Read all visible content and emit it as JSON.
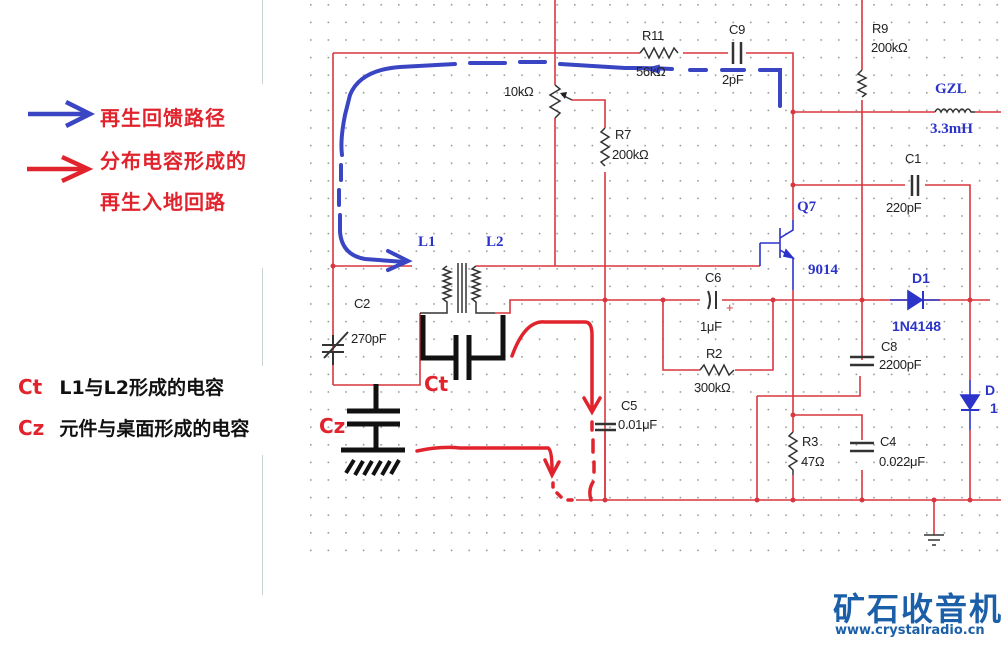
{
  "legend": {
    "items": [
      {
        "arrow_color": "#3a45c4",
        "label": "再生回馈路径"
      },
      {
        "arrow_color": "#e0232c",
        "label_line1": "分布电容形成的",
        "label_line2": "再生入地回路"
      }
    ]
  },
  "notes": [
    {
      "tag": "Ct",
      "text": "L1与L2形成的电容"
    },
    {
      "tag": "Cz",
      "text": "元件与桌面形成的电容"
    }
  ],
  "annotations": {
    "ct_label": "Ct",
    "cz_label": "Cz"
  },
  "components": {
    "R11": {
      "name": "R11",
      "value": "56kΩ"
    },
    "C9": {
      "name": "C9",
      "value": "2pF"
    },
    "R9": {
      "name": "R9",
      "value": "200kΩ"
    },
    "GZL": {
      "name": "GZL",
      "value": "3.3mH"
    },
    "pot": {
      "value": "10kΩ"
    },
    "R7": {
      "name": "R7",
      "value": "200kΩ"
    },
    "C1": {
      "name": "C1",
      "value": "220pF"
    },
    "Q7": {
      "name": "Q7",
      "value": "9014"
    },
    "L1": {
      "name": "L1"
    },
    "L2": {
      "name": "L2"
    },
    "C2": {
      "name": "C2",
      "value": "270pF"
    },
    "C6": {
      "name": "C6",
      "value": "1μF",
      "polarity": "+"
    },
    "R2": {
      "name": "R2",
      "value": "300kΩ"
    },
    "D1": {
      "name": "D1",
      "value": "1N4148"
    },
    "C8": {
      "name": "C8",
      "value": "2200pF"
    },
    "C5": {
      "name": "C5",
      "value": "0.01μF"
    },
    "R3": {
      "name": "R3",
      "value": "47Ω"
    },
    "C4": {
      "name": "C4",
      "value": "0.022μF"
    },
    "D2": {
      "name": "D",
      "value": "1"
    }
  },
  "colors": {
    "wire": "#d9363e",
    "component": "#333333",
    "blue_component": "#2b33c9",
    "feedback_path": "#3a45c4",
    "ground_path": "#e0232c",
    "grid_dot": "#8a8a8a",
    "logo": "#1b5fa8"
  },
  "logo": {
    "title": "矿石收音机",
    "url": "www.crystalradio.cn"
  }
}
